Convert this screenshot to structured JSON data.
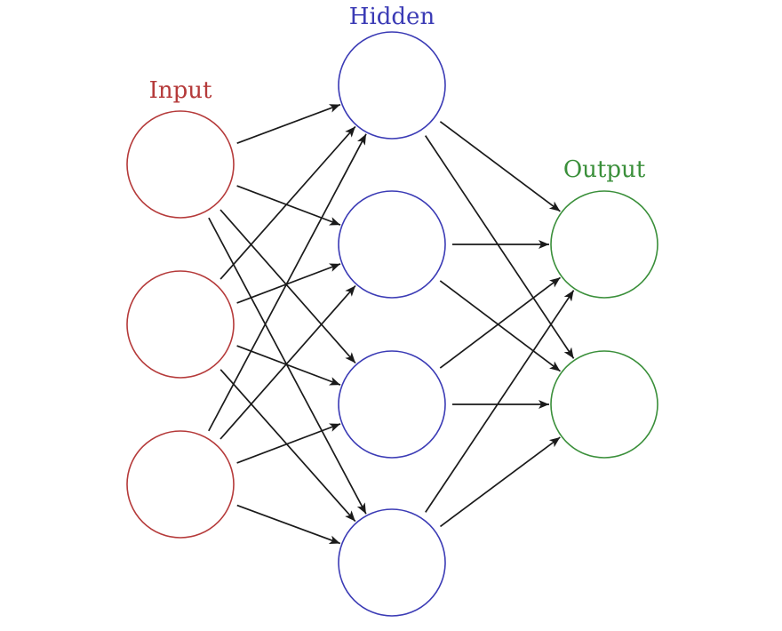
{
  "title": "Feed-forward neural network diagram",
  "layers": [
    {
      "id": "input",
      "label": "Input",
      "color": "#b53a3a",
      "node_count": 3
    },
    {
      "id": "hidden",
      "label": "Hidden",
      "color": "#3b3bb5",
      "node_count": 4
    },
    {
      "id": "output",
      "label": "Output",
      "color": "#3a8f3a",
      "node_count": 2
    }
  ],
  "connections": "fully-connected",
  "edge_color": "#1a1a1a",
  "arrowheads": true
}
